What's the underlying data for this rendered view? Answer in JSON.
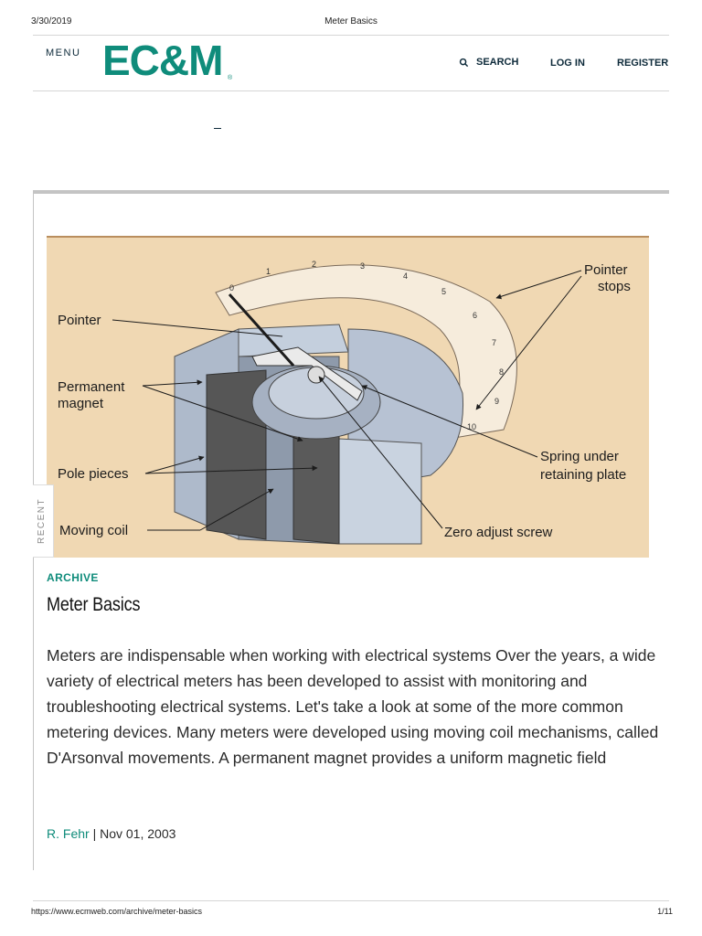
{
  "print_header": {
    "date": "3/30/2019",
    "title": "Meter Basics"
  },
  "nav": {
    "menu_label": "MENU",
    "logo_text": "EC&M",
    "logo_reg": "®",
    "search_label": "SEARCH",
    "login_label": "LOG IN",
    "register_label": "REGISTER"
  },
  "colors": {
    "brand": "#0f8c7b",
    "nav_text": "#0d2a3a",
    "hero_background": "#f0d8b3"
  },
  "hero_figure": {
    "labels": {
      "pointer": "Pointer",
      "pointer_stops_1": "Pointer",
      "pointer_stops_2": "stops",
      "permanent_magnet_1": "Permanent",
      "permanent_magnet_2": "magnet",
      "pole_pieces": "Pole pieces",
      "moving_coil": "Moving coil",
      "spring_1": "Spring under",
      "spring_2": "retaining plate",
      "zero_adjust": "Zero adjust screw"
    },
    "scale_numbers": [
      "0",
      "1",
      "2",
      "3",
      "4",
      "5",
      "6",
      "7",
      "8",
      "9",
      "10"
    ]
  },
  "sidebar": {
    "recent_label": "RECENT"
  },
  "article": {
    "category": "ARCHIVE",
    "title": "Meter Basics",
    "body": "Meters are indispensable when working with electrical systems Over the years, a wide variety of electrical meters has been developed to assist with monitoring and troubleshooting electrical systems. Let's take a look at some of the more common metering devices. Many meters were developed using moving coil mechanisms, called D'Arsonval movements. A permanent magnet provides a uniform magnetic field",
    "author": "R. Fehr",
    "separator": " | ",
    "date": "Nov 01, 2003"
  },
  "print_footer": {
    "url": "https://www.ecmweb.com/archive/meter-basics",
    "page": "1/11"
  }
}
